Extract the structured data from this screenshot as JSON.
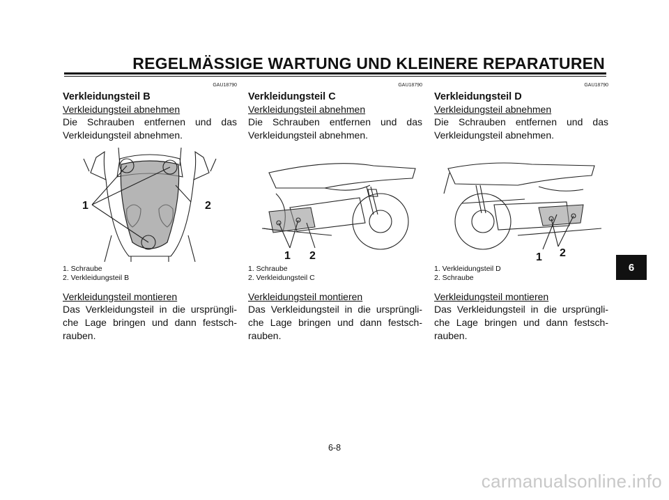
{
  "header": {
    "title": "REGELMÄSSIGE WARTUNG UND KLEINERE REPARATUREN"
  },
  "sections": [
    {
      "code": "GAU18790",
      "title": "Verkleidungsteil B",
      "remove_heading": "Verkleidungsteil abnehmen",
      "remove_text": "Die Schrauben entfernen und das Verkleidungsteil abnehmen.",
      "figure_labels": [
        "1",
        "2"
      ],
      "captions": [
        "1. Schraube",
        "2. Verkleidungsteil B"
      ],
      "install_heading": "Verkleidungsteil montieren",
      "install_text": "Das Verkleidungsteil in die ursprüngli-che Lage bringen und dann festsch-rauben."
    },
    {
      "code": "GAU18790",
      "title": "Verkleidungsteil C",
      "remove_heading": "Verkleidungsteil abnehmen",
      "remove_text": "Die Schrauben entfernen und das Verkleidungsteil abnehmen.",
      "figure_labels": [
        "1",
        "2"
      ],
      "captions": [
        "1. Schraube",
        "2. Verkleidungsteil C"
      ],
      "install_heading": "Verkleidungsteil montieren",
      "install_text": "Das Verkleidungsteil in die ursprüngli-che Lage bringen und dann festsch-rauben."
    },
    {
      "code": "GAU18790",
      "title": "Verkleidungsteil D",
      "remove_heading": "Verkleidungsteil abnehmen",
      "remove_text": "Die Schrauben entfernen und das Verkleidungsteil abnehmen.",
      "figure_labels": [
        "1",
        "2"
      ],
      "captions": [
        "1. Verkleidungsteil D",
        "2. Schraube"
      ],
      "install_heading": "Verkleidungsteil montieren",
      "install_text": "Das Verkleidungsteil in die ursprüngli-che Lage bringen und dann festsch-rauben."
    }
  ],
  "tab": {
    "label": "6"
  },
  "footer": {
    "page": "6-8"
  },
  "watermark": {
    "text": "carmanualsonline.info"
  }
}
